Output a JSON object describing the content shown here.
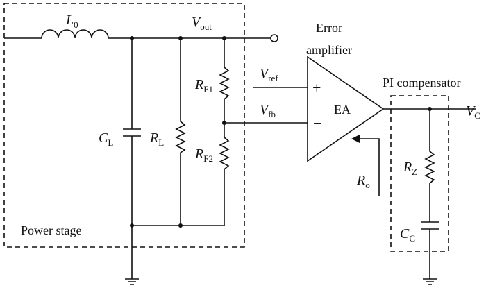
{
  "labels": {
    "inductor": {
      "main": "L",
      "sub": "0"
    },
    "vout": {
      "main": "V",
      "sub": "out"
    },
    "vref": {
      "main": "V",
      "sub": "ref"
    },
    "vfb": {
      "main": "V",
      "sub": "fb"
    },
    "cl": {
      "main": "C",
      "sub": "L"
    },
    "rl": {
      "main": "R",
      "sub": "L"
    },
    "rf1": {
      "main": "R",
      "sub": "F1"
    },
    "rf2": {
      "main": "R",
      "sub": "F2"
    },
    "ro": {
      "main": "R",
      "sub": "o"
    },
    "rz": {
      "main": "R",
      "sub": "Z"
    },
    "cc": {
      "main": "C",
      "sub": "C"
    },
    "vc": {
      "main": "V",
      "sub": "C"
    }
  },
  "text": {
    "error_amp_line1": "Error",
    "error_amp_line2": "amplifier",
    "ea": "EA",
    "plus": "+",
    "minus": "−",
    "pi_compensator": "PI compensator",
    "power_stage": "Power stage"
  }
}
